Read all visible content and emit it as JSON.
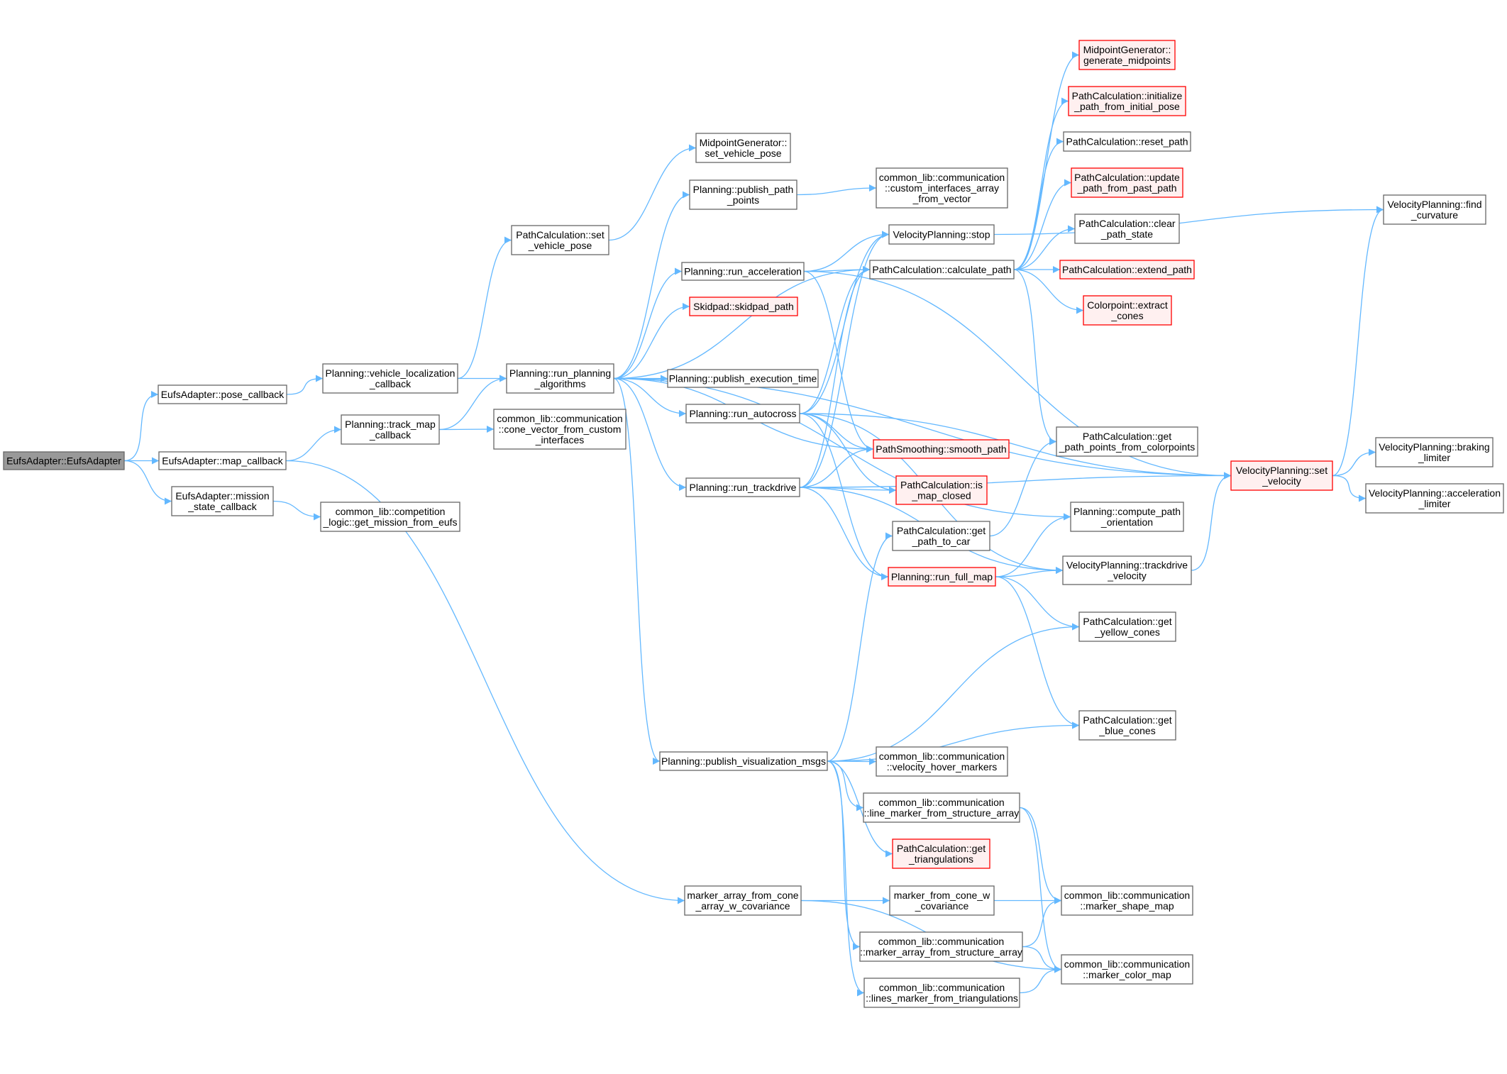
{
  "title": "Call graph of EufsAdapter::EufsAdapter",
  "colors": {
    "edge": "#63b8ff",
    "node_border": "#666666",
    "highlight_border": "#ff0000",
    "highlight_fill": "#fff0f0",
    "root_fill": "#999999"
  },
  "nodes": {
    "root": {
      "lines": [
        "EufsAdapter::EufsAdapter"
      ],
      "style": "root"
    },
    "pose_cb": {
      "lines": [
        "EufsAdapter::pose_callback"
      ],
      "style": "normal"
    },
    "map_cb": {
      "lines": [
        "EufsAdapter::map_callback"
      ],
      "style": "normal"
    },
    "mission_cb": {
      "lines": [
        "EufsAdapter::mission",
        "_state_callback"
      ],
      "style": "normal"
    },
    "veh_loc_cb": {
      "lines": [
        "Planning::vehicle_localization",
        "_callback"
      ],
      "style": "normal"
    },
    "track_map_cb": {
      "lines": [
        "Planning::track_map",
        "_callback"
      ],
      "style": "normal"
    },
    "get_mission": {
      "lines": [
        "common_lib::competition",
        "_logic::get_mission_from_eufs"
      ],
      "style": "normal"
    },
    "pc_set_pose": {
      "lines": [
        "PathCalculation::set",
        "_vehicle_pose"
      ],
      "style": "normal"
    },
    "run_planning": {
      "lines": [
        "Planning::run_planning",
        "_algorithms"
      ],
      "style": "normal"
    },
    "cone_vector": {
      "lines": [
        "common_lib::communication",
        "::cone_vector_from_custom",
        "_interfaces"
      ],
      "style": "normal"
    },
    "mg_set_pose": {
      "lines": [
        "MidpointGenerator::",
        "set_vehicle_pose"
      ],
      "style": "normal"
    },
    "pub_path_points": {
      "lines": [
        "Planning::publish_path",
        "_points"
      ],
      "style": "normal"
    },
    "run_accel": {
      "lines": [
        "Planning::run_acceleration"
      ],
      "style": "normal"
    },
    "skidpad": {
      "lines": [
        "Skidpad::skidpad_path"
      ],
      "style": "red"
    },
    "pub_exec_time": {
      "lines": [
        "Planning::publish_execution_time"
      ],
      "style": "normal"
    },
    "run_autocross": {
      "lines": [
        "Planning::run_autocross"
      ],
      "style": "normal"
    },
    "run_trackdrive": {
      "lines": [
        "Planning::run_trackdrive"
      ],
      "style": "normal"
    },
    "pub_vis": {
      "lines": [
        "Planning::publish_visualization_msgs"
      ],
      "style": "normal"
    },
    "marker_arr_cone": {
      "lines": [
        "marker_array_from_cone",
        "_array_w_covariance"
      ],
      "style": "normal"
    },
    "custom_arr": {
      "lines": [
        "common_lib::communication",
        "::custom_interfaces_array",
        "_from_vector"
      ],
      "style": "normal"
    },
    "vp_stop": {
      "lines": [
        "VelocityPlanning::stop"
      ],
      "style": "normal"
    },
    "calc_path": {
      "lines": [
        "PathCalculation::calculate_path"
      ],
      "style": "normal"
    },
    "smooth_path": {
      "lines": [
        "PathSmoothing::smooth_path"
      ],
      "style": "red"
    },
    "is_map_closed": {
      "lines": [
        "PathCalculation::is",
        "_map_closed"
      ],
      "style": "red"
    },
    "path_to_car": {
      "lines": [
        "PathCalculation::get",
        "_path_to_car"
      ],
      "style": "normal"
    },
    "run_full_map": {
      "lines": [
        "Planning::run_full_map"
      ],
      "style": "red"
    },
    "gen_midpoints": {
      "lines": [
        "MidpointGenerator::",
        "generate_midpoints"
      ],
      "style": "red"
    },
    "init_path": {
      "lines": [
        "PathCalculation::initialize",
        "_path_from_initial_pose"
      ],
      "style": "red"
    },
    "reset_path": {
      "lines": [
        "PathCalculation::reset_path"
      ],
      "style": "normal"
    },
    "update_path": {
      "lines": [
        "PathCalculation::update",
        "_path_from_past_path"
      ],
      "style": "red"
    },
    "clear_state": {
      "lines": [
        "PathCalculation::clear",
        "_path_state"
      ],
      "style": "normal"
    },
    "extend_path": {
      "lines": [
        "PathCalculation::extend_path"
      ],
      "style": "red"
    },
    "extract_cones": {
      "lines": [
        "Colorpoint::extract",
        "_cones"
      ],
      "style": "red"
    },
    "path_points_cp": {
      "lines": [
        "PathCalculation::get",
        "_path_points_from_colorpoints"
      ],
      "style": "normal"
    },
    "compute_orient": {
      "lines": [
        "Planning::compute_path",
        "_orientation"
      ],
      "style": "normal"
    },
    "trackdrive_vel": {
      "lines": [
        "VelocityPlanning::trackdrive",
        "_velocity"
      ],
      "style": "normal"
    },
    "yellow_cones": {
      "lines": [
        "PathCalculation::get",
        "_yellow_cones"
      ],
      "style": "normal"
    },
    "blue_cones": {
      "lines": [
        "PathCalculation::get",
        "_blue_cones"
      ],
      "style": "normal"
    },
    "vel_hover": {
      "lines": [
        "common_lib::communication",
        "::velocity_hover_markers"
      ],
      "style": "normal"
    },
    "line_marker": {
      "lines": [
        "common_lib::communication",
        "::line_marker_from_structure_array"
      ],
      "style": "normal"
    },
    "triangulations": {
      "lines": [
        "PathCalculation::get",
        "_triangulations"
      ],
      "style": "red"
    },
    "marker_from_cone": {
      "lines": [
        "marker_from_cone_w",
        "_covariance"
      ],
      "style": "normal"
    },
    "marker_arr_struct": {
      "lines": [
        "common_lib::communication",
        "::marker_array_from_structure_array"
      ],
      "style": "normal"
    },
    "lines_marker": {
      "lines": [
        "common_lib::communication",
        "::lines_marker_from_triangulations"
      ],
      "style": "normal"
    },
    "shape_map": {
      "lines": [
        "common_lib::communication",
        "::marker_shape_map"
      ],
      "style": "normal"
    },
    "color_map": {
      "lines": [
        "common_lib::communication",
        "::marker_color_map"
      ],
      "style": "normal"
    },
    "set_velocity": {
      "lines": [
        "VelocityPlanning::set",
        "_velocity"
      ],
      "style": "red"
    },
    "find_curv": {
      "lines": [
        "VelocityPlanning::find",
        "_curvature"
      ],
      "style": "normal"
    },
    "braking": {
      "lines": [
        "VelocityPlanning::braking",
        "_limiter"
      ],
      "style": "normal"
    },
    "accel_lim": {
      "lines": [
        "VelocityPlanning::acceleration",
        "_limiter"
      ],
      "style": "normal"
    }
  },
  "edges": [
    [
      "root",
      "pose_cb"
    ],
    [
      "root",
      "map_cb"
    ],
    [
      "root",
      "mission_cb"
    ],
    [
      "pose_cb",
      "veh_loc_cb"
    ],
    [
      "veh_loc_cb",
      "pc_set_pose"
    ],
    [
      "veh_loc_cb",
      "run_planning"
    ],
    [
      "map_cb",
      "track_map_cb"
    ],
    [
      "map_cb",
      "marker_arr_cone"
    ],
    [
      "mission_cb",
      "get_mission"
    ],
    [
      "track_map_cb",
      "run_planning"
    ],
    [
      "track_map_cb",
      "cone_vector"
    ],
    [
      "pc_set_pose",
      "mg_set_pose"
    ],
    [
      "run_planning",
      "pub_path_points"
    ],
    [
      "run_planning",
      "calc_path"
    ],
    [
      "run_planning",
      "run_accel"
    ],
    [
      "run_planning",
      "skidpad"
    ],
    [
      "run_planning",
      "compute_orient"
    ],
    [
      "run_planning",
      "pub_exec_time"
    ],
    [
      "run_planning",
      "run_autocross"
    ],
    [
      "run_planning",
      "smooth_path"
    ],
    [
      "run_planning",
      "run_trackdrive"
    ],
    [
      "run_planning",
      "pub_vis"
    ],
    [
      "run_planning",
      "set_velocity"
    ],
    [
      "pub_path_points",
      "custom_arr"
    ],
    [
      "run_accel",
      "vp_stop"
    ],
    [
      "run_accel",
      "calc_path"
    ],
    [
      "run_accel",
      "smooth_path"
    ],
    [
      "run_accel",
      "set_velocity"
    ],
    [
      "run_autocross",
      "vp_stop"
    ],
    [
      "run_autocross",
      "calc_path"
    ],
    [
      "run_autocross",
      "set_velocity"
    ],
    [
      "run_autocross",
      "smooth_path"
    ],
    [
      "run_autocross",
      "is_map_closed"
    ],
    [
      "run_autocross",
      "run_full_map"
    ],
    [
      "run_autocross",
      "trackdrive_vel"
    ],
    [
      "run_trackdrive",
      "vp_stop"
    ],
    [
      "run_trackdrive",
      "calc_path"
    ],
    [
      "run_trackdrive",
      "smooth_path"
    ],
    [
      "run_trackdrive",
      "is_map_closed"
    ],
    [
      "run_trackdrive",
      "run_full_map"
    ],
    [
      "run_trackdrive",
      "trackdrive_vel"
    ],
    [
      "run_trackdrive",
      "set_velocity"
    ],
    [
      "calc_path",
      "gen_midpoints"
    ],
    [
      "calc_path",
      "init_path"
    ],
    [
      "calc_path",
      "reset_path"
    ],
    [
      "calc_path",
      "update_path"
    ],
    [
      "calc_path",
      "clear_state"
    ],
    [
      "calc_path",
      "extend_path"
    ],
    [
      "calc_path",
      "extract_cones"
    ],
    [
      "calc_path",
      "path_points_cp"
    ],
    [
      "vp_stop",
      "find_curv"
    ],
    [
      "path_to_car",
      "path_points_cp"
    ],
    [
      "run_full_map",
      "compute_orient"
    ],
    [
      "run_full_map",
      "trackdrive_vel"
    ],
    [
      "run_full_map",
      "yellow_cones"
    ],
    [
      "run_full_map",
      "blue_cones"
    ],
    [
      "trackdrive_vel",
      "set_velocity"
    ],
    [
      "set_velocity",
      "find_curv"
    ],
    [
      "set_velocity",
      "braking"
    ],
    [
      "set_velocity",
      "accel_lim"
    ],
    [
      "pub_vis",
      "path_to_car"
    ],
    [
      "pub_vis",
      "yellow_cones"
    ],
    [
      "pub_vis",
      "blue_cones"
    ],
    [
      "pub_vis",
      "vel_hover"
    ],
    [
      "pub_vis",
      "line_marker"
    ],
    [
      "pub_vis",
      "triangulations"
    ],
    [
      "pub_vis",
      "marker_arr_struct"
    ],
    [
      "pub_vis",
      "lines_marker"
    ],
    [
      "line_marker",
      "shape_map"
    ],
    [
      "line_marker",
      "color_map"
    ],
    [
      "marker_arr_cone",
      "marker_from_cone"
    ],
    [
      "marker_arr_cone",
      "color_map"
    ],
    [
      "marker_from_cone",
      "shape_map"
    ],
    [
      "marker_arr_struct",
      "shape_map"
    ],
    [
      "marker_arr_struct",
      "color_map"
    ],
    [
      "lines_marker",
      "color_map"
    ]
  ]
}
